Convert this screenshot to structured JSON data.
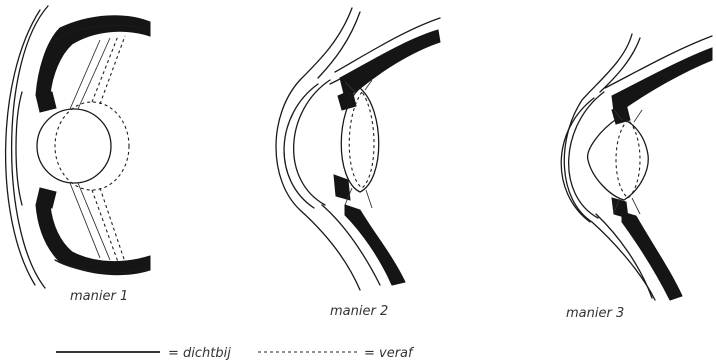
{
  "panels": [
    {
      "label": "manier 1"
    },
    {
      "label": "manier 2"
    },
    {
      "label": "manier 3"
    }
  ],
  "legend": {
    "solid": "= dichtbij",
    "dashed": "= veraf"
  }
}
